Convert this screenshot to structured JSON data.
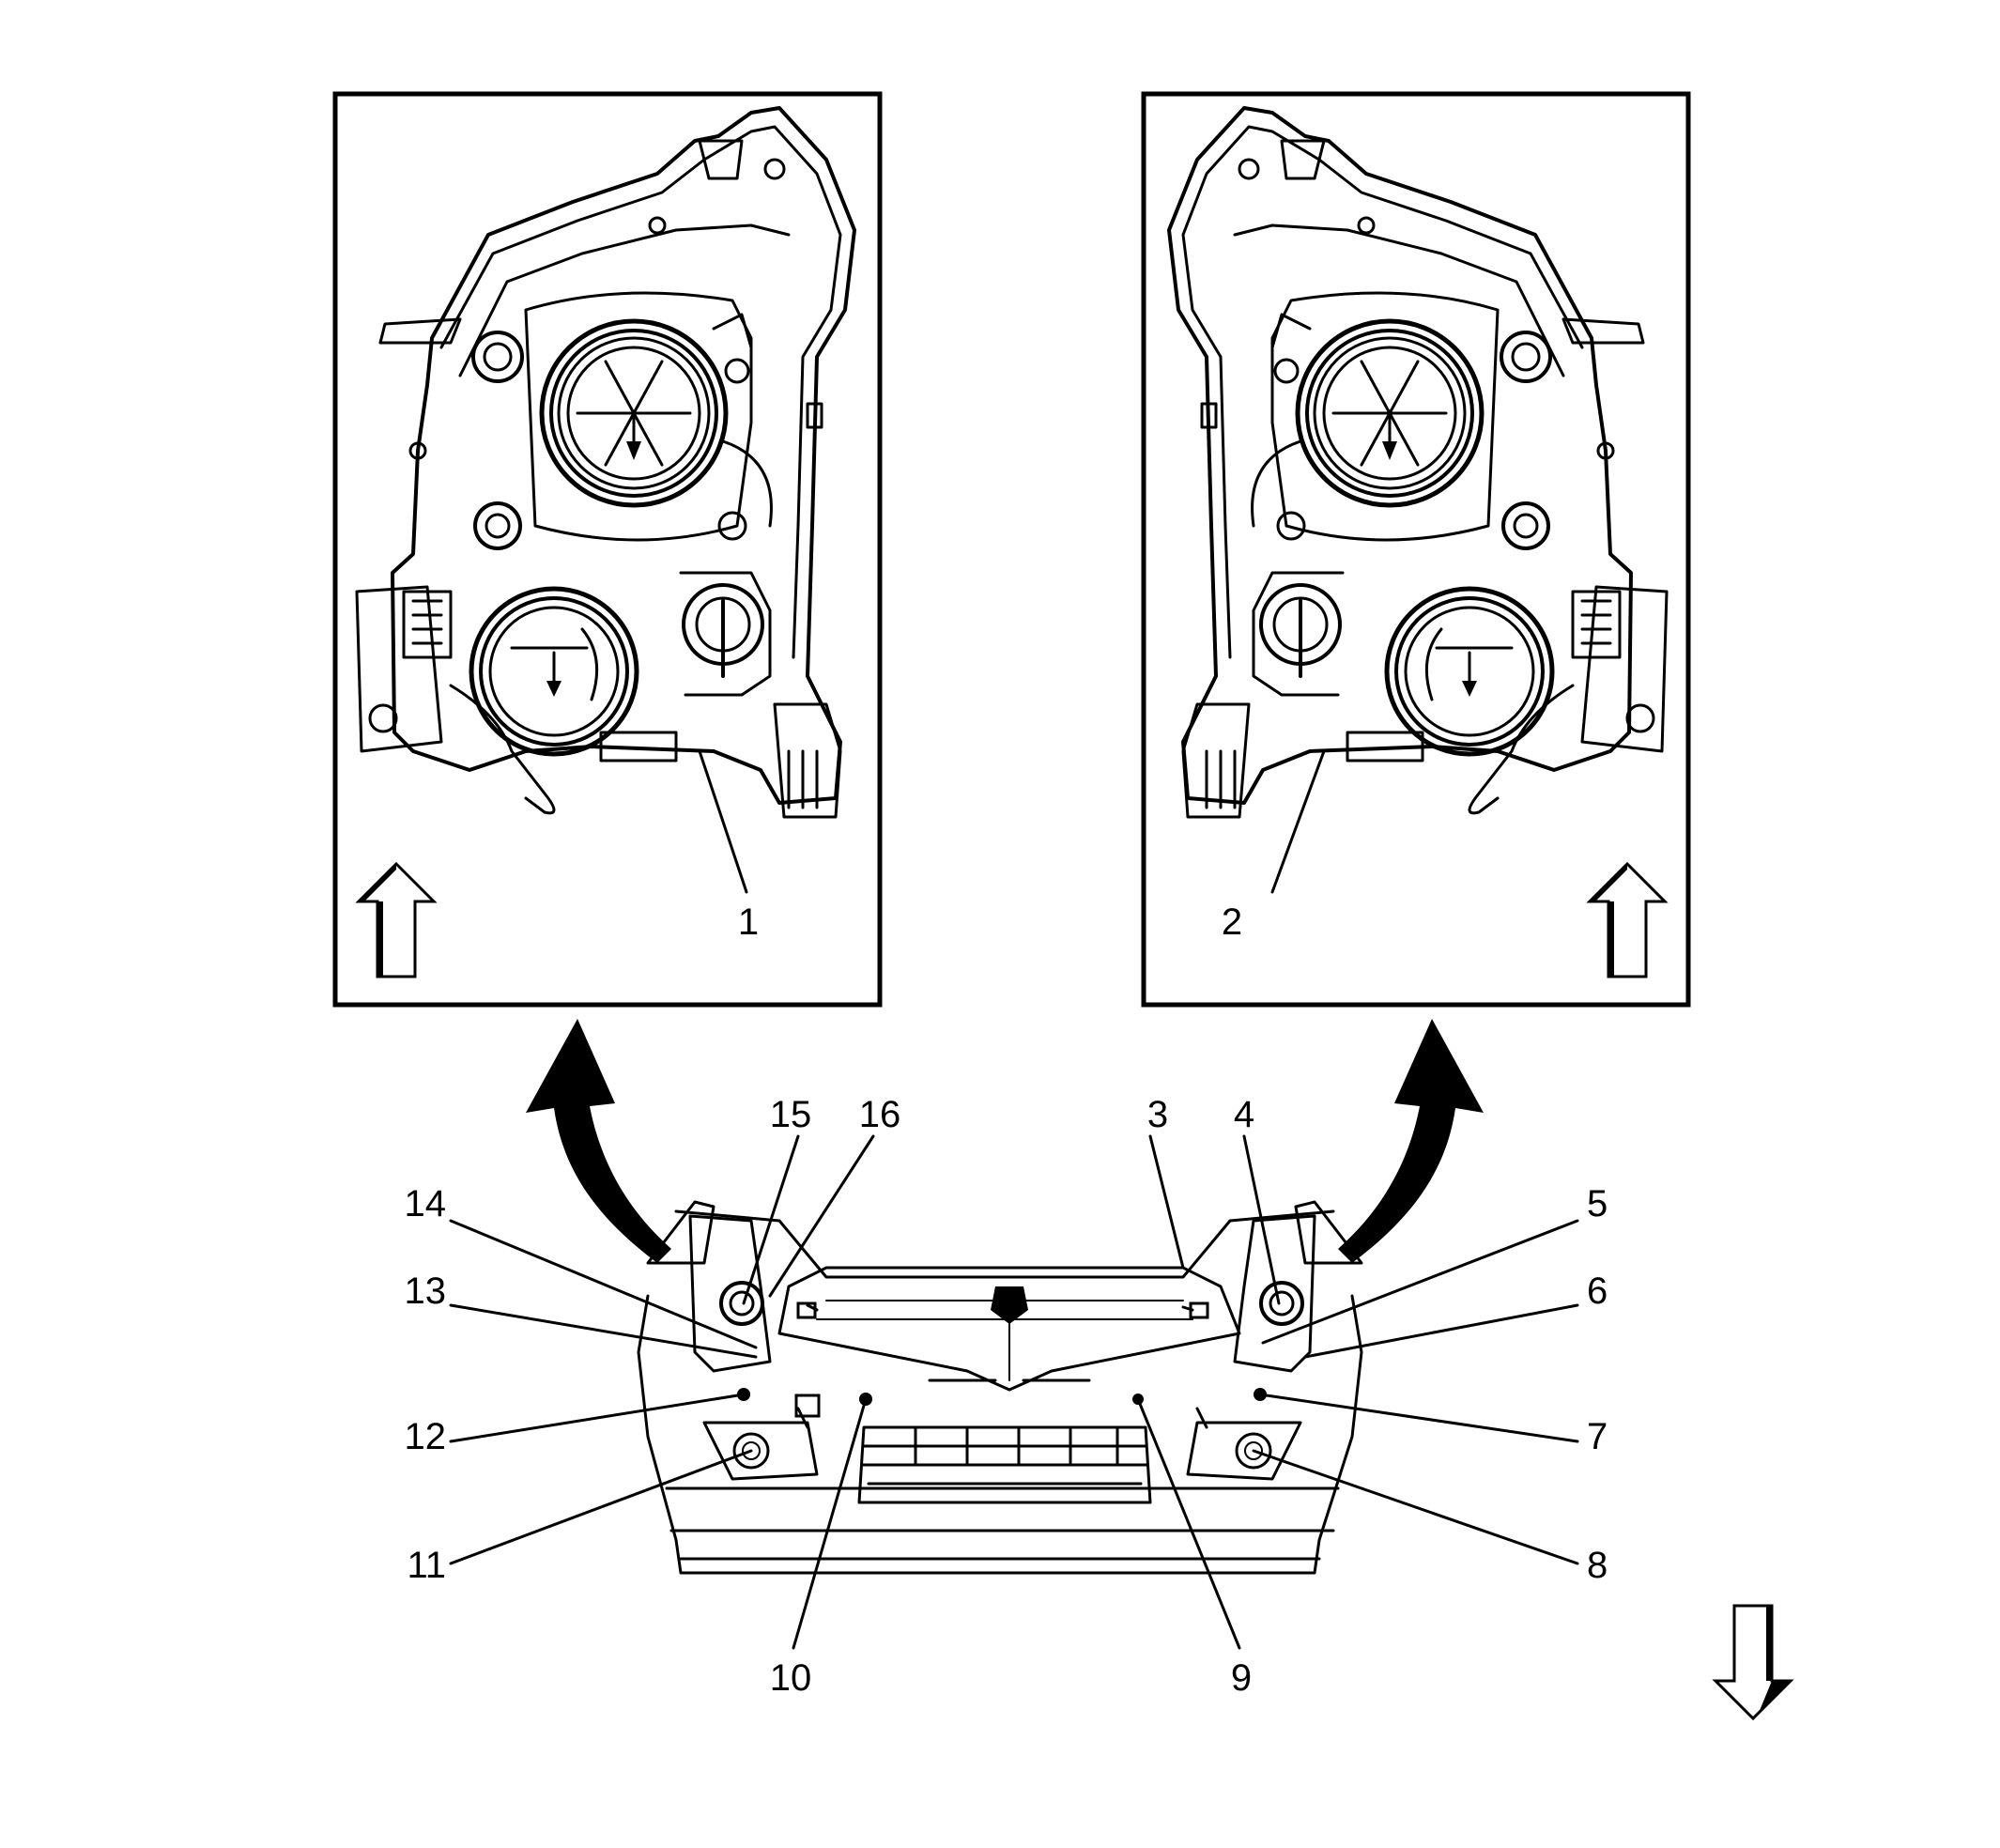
{
  "callouts": {
    "c1": "1",
    "c2": "2",
    "c3": "3",
    "c4": "4",
    "c5": "5",
    "c6": "6",
    "c7": "7",
    "c8": "8",
    "c9": "9",
    "c10": "10",
    "c11": "11",
    "c12": "12",
    "c13": "13",
    "c14": "14",
    "c15": "15",
    "c16": "16"
  },
  "icons": {
    "up_arrow": "hollow-up-arrow-icon",
    "down_arrow": "hollow-down-arrow-icon",
    "curved_arrow": "curved-arrow-icon"
  },
  "colors": {
    "line": "#000000",
    "background": "#ffffff"
  }
}
